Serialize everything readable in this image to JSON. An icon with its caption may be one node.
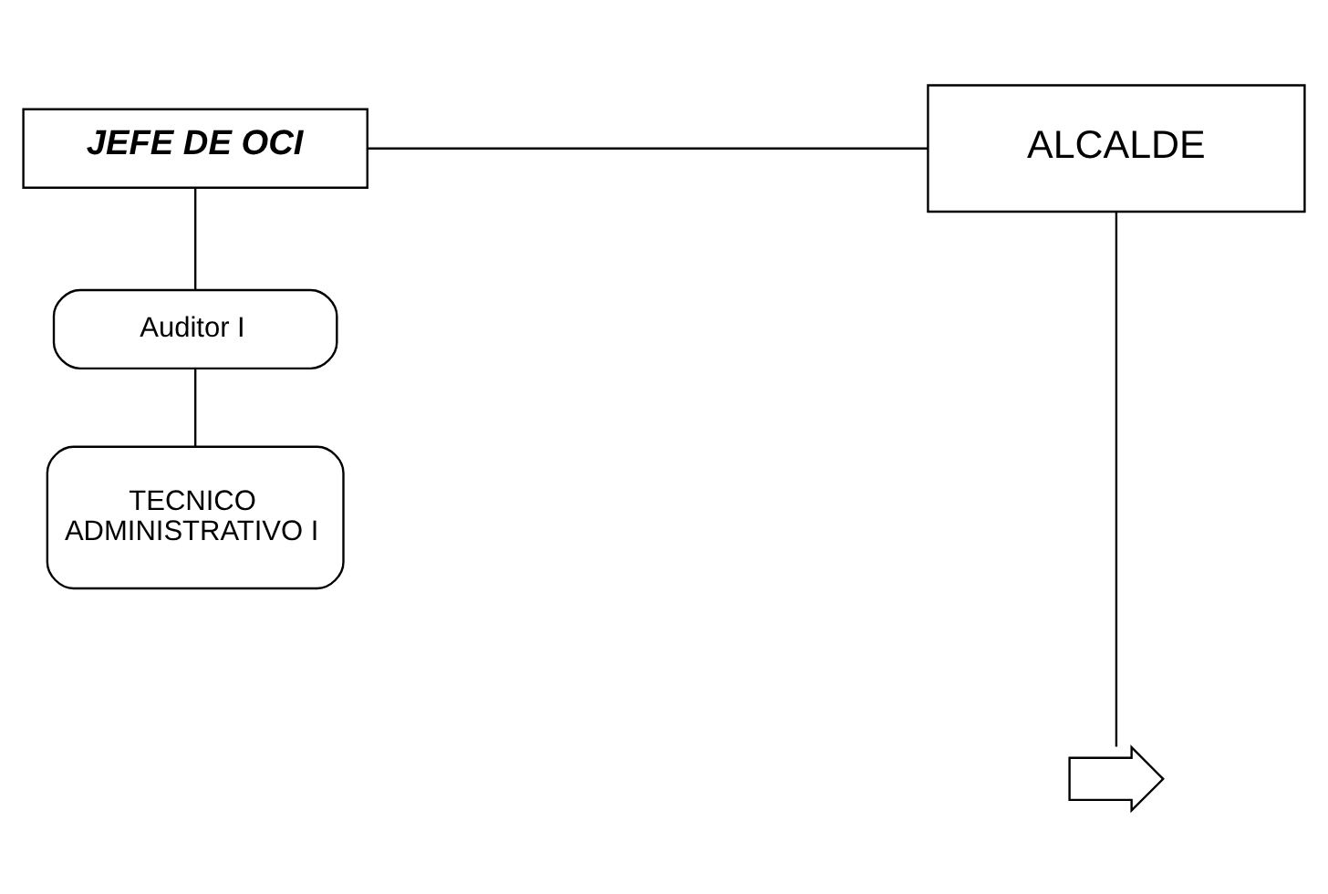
{
  "diagram": {
    "nodes": [
      {
        "text": [
          "JEFE DE OCI"
        ]
      },
      {
        "text": [
          "ALCALDE"
        ]
      },
      {
        "text": [
          "Auditor I"
        ]
      },
      {
        "text": [
          "TECNICO ADMINISTRATIVO I"
        ]
      },
      {
        "text": [],
        "shape": "arrow"
      }
    ],
    "edges": [
      {
        "from": 0,
        "to": 1,
        "arrow": "none"
      },
      {
        "from": 0,
        "to": 2,
        "arrow": "none"
      },
      {
        "from": 2,
        "to": 3,
        "arrow": "none"
      },
      {
        "from": 1,
        "to": 4,
        "arrow": "none"
      }
    ]
  }
}
